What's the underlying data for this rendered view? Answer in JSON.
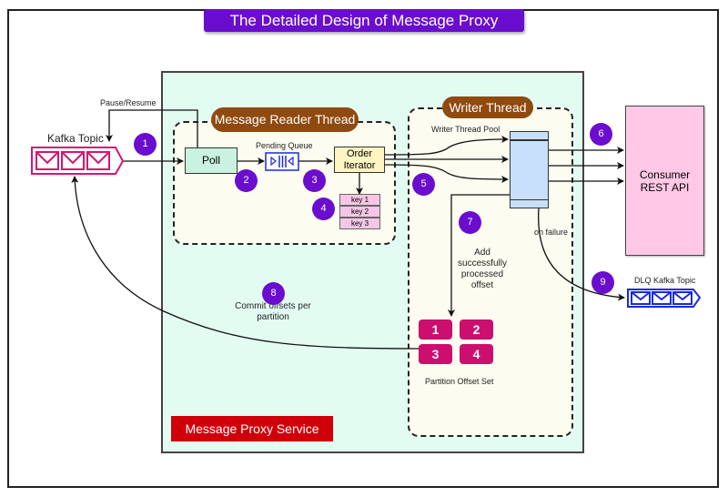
{
  "title": "The Detailed Design of Message Proxy Service",
  "kafka_topic": {
    "label": "Kafka Topic",
    "color": "#d4166f"
  },
  "dlq_topic": {
    "label": "DLQ Kafka Topic",
    "color": "#1a2bd6"
  },
  "pause_resume_label": "Pause/Resume",
  "reader_thread": {
    "label": "Message Reader Thread",
    "poll_label": "Poll",
    "pending_queue_label": "Pending Queue",
    "order_iterator_label_line1": "Order",
    "order_iterator_label_line2": "Iterator",
    "keys": [
      "key 1",
      "key 2",
      "key 3"
    ]
  },
  "writer_thread": {
    "label": "Writer Thread",
    "pool_label": "Writer Thread Pool",
    "on_failure_label": "on failure",
    "add_offset_label": [
      "Add",
      "successfully",
      "processed",
      "offset"
    ],
    "partition_offsets": [
      "1",
      "2",
      "3",
      "4"
    ],
    "partition_offset_set_label": "Partition Offset Set"
  },
  "consumer": {
    "line1": "Consumer",
    "line2": "REST API"
  },
  "commit_label": [
    "Commit offsets per",
    "partition"
  ],
  "proxy_service_label": "Message Proxy Service",
  "steps": [
    "1",
    "2",
    "3",
    "4",
    "5",
    "6",
    "7",
    "8",
    "9"
  ],
  "colors": {
    "title_bg": "#6a0dcf",
    "step_bg": "#6a0dcf",
    "thread_pill": "#8f4a0f",
    "proxy_bg": "#e3fcf2",
    "proxy_label_bg": "#d0000a",
    "partition_offset_bg": "#cc0f6e",
    "consumer_bg": "#ffc8e6",
    "pool_bg": "#c8e0fa"
  }
}
